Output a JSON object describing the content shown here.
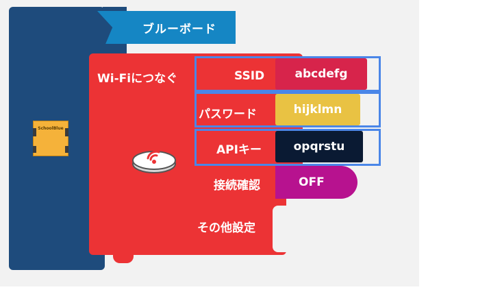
{
  "board_block": {
    "title": "ブルーボード",
    "chip_label": "SchoolBlue",
    "color_body": "#1e4b7c",
    "color_banner": "#1586c4"
  },
  "wifi_block": {
    "title": "Wi-Fiにつなぐ",
    "color": "#ec3335",
    "icon": "wifi-router-icon",
    "fields": {
      "ssid": {
        "label": "SSID",
        "value": "abcdefg",
        "color": "#d7244b"
      },
      "password": {
        "label": "パスワード",
        "value": "hijklmn",
        "color": "#e9c243"
      },
      "api_key": {
        "label": "APIキー",
        "value": "opqrstu",
        "color": "#0a1a33"
      },
      "connection_check": {
        "label": "接続確認",
        "value": "OFF",
        "color": "#b7128f"
      }
    },
    "other_settings_label": "その他設定"
  },
  "highlight_color": "#4a86e8"
}
